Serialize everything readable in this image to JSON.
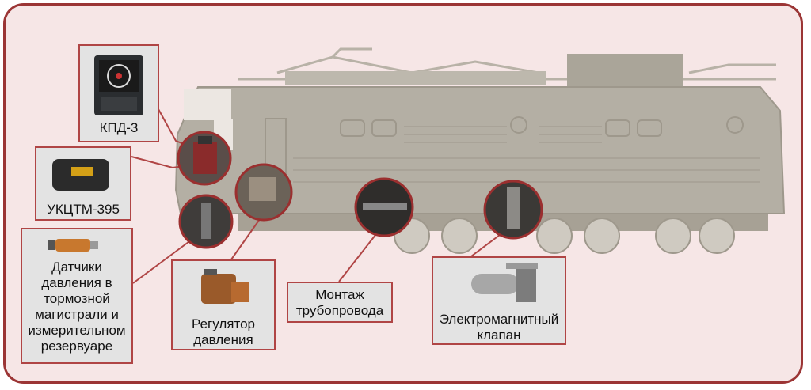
{
  "callouts": {
    "kpd": {
      "label": "КПД-3"
    },
    "ukctm": {
      "label": "УКЦТМ-395"
    },
    "sensors": {
      "label": "Датчики\nдавления в\nтормозной\nмагистрали и\nизмерительном\nрезервуаре"
    },
    "regulator": {
      "label": "Регулятор\nдавления"
    },
    "pipeline": {
      "label": "Монтаж\nтрубопровода"
    },
    "valve": {
      "label": "Электромагнитный\nклапан"
    }
  },
  "colors": {
    "frame": "#9b3535",
    "accent": "#b04545",
    "loco": "#b5b0a5",
    "panel": "#e3e3e3"
  }
}
